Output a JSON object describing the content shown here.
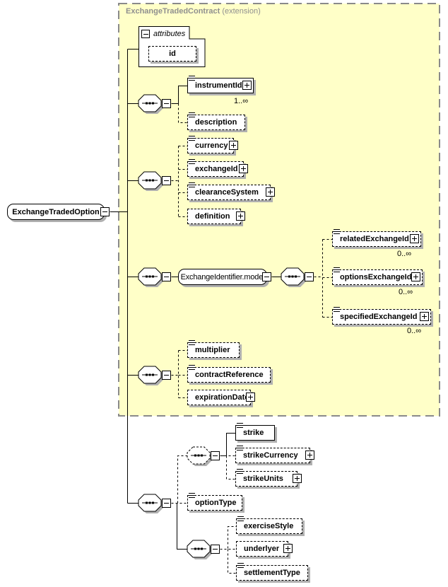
{
  "extension_block": {
    "title": "ExchangeTradedContract",
    "suffix": "(extension)",
    "fill_color": "#ffffc8",
    "border_color": "#8a8a8a"
  },
  "root_element": {
    "label": "ExchangeTradedOption"
  },
  "attributes_box": {
    "header": "attributes",
    "items": [
      {
        "label": "id"
      }
    ]
  },
  "model_group": {
    "label": "ExchangeIdentifier.model"
  },
  "elements": {
    "instrumentId": "instrumentId",
    "description": "description",
    "currency": "currency",
    "exchangeId": "exchangeId",
    "clearanceSystem": "clearanceSystem",
    "definition": "definition",
    "relatedExchangeId": "relatedExchangeId",
    "optionsExchangeId": "optionsExchangeId",
    "specifiedExchangeId": "specifiedExchangeId",
    "multiplier": "multiplier",
    "contractReference": "contractReference",
    "expirationDate": "expirationDate",
    "strike": "strike",
    "strikeCurrency": "strikeCurrency",
    "strikeUnits": "strikeUnits",
    "optionType": "optionType",
    "exerciseStyle": "exerciseStyle",
    "underlyer": "underlyer",
    "settlementType": "settlementType"
  },
  "occurrences": {
    "instrumentId": "1..∞",
    "relatedExchangeId": "0..∞",
    "optionsExchangeId": "0..∞",
    "specifiedExchangeId": "0..∞"
  },
  "icons": {
    "sequence": "sequence-compositor",
    "collapse": "minus-box",
    "expand": "plus-box",
    "type_contents": "triple-bar"
  },
  "colors": {
    "line": "#000000",
    "shadow": "#b0b0b0",
    "box_fill": "#ffffff",
    "header_text": "#8f8f8f"
  }
}
